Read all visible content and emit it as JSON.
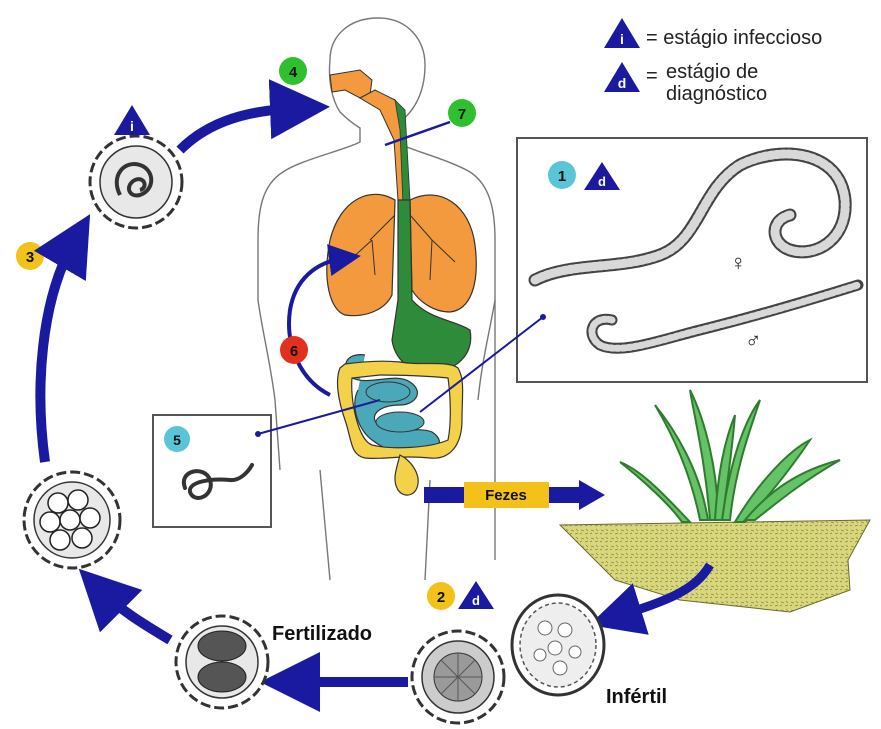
{
  "legend": {
    "infective_symbol": "i",
    "infective_text": "= estágio infeccioso",
    "diagnostic_symbol": "d",
    "diagnostic_text_1": "estágio de",
    "diagnostic_text_2": "diagnóstico",
    "diagnostic_eq": "="
  },
  "steps": {
    "s1": "1",
    "s2": "2",
    "s3": "3",
    "s4": "4",
    "s5": "5",
    "s6": "6",
    "s7": "7"
  },
  "labels": {
    "fezes": "Fezes",
    "fertilizado": "Fertilizado",
    "infertil": "Infértil",
    "female": "♀",
    "male": "♂"
  },
  "colors": {
    "arrow": "#1a1aa0",
    "step_green": "#2fc02f",
    "step_yellow": "#f2c11a",
    "step_cyan": "#59c5d6",
    "step_red": "#e2301e",
    "lungs": "#f29a3d",
    "stomach": "#2e8b3a",
    "colon": "#f3d24a",
    "small_intestine": "#4ba8b8",
    "soil": "#d4d27a",
    "grass": "#3aa13a"
  }
}
